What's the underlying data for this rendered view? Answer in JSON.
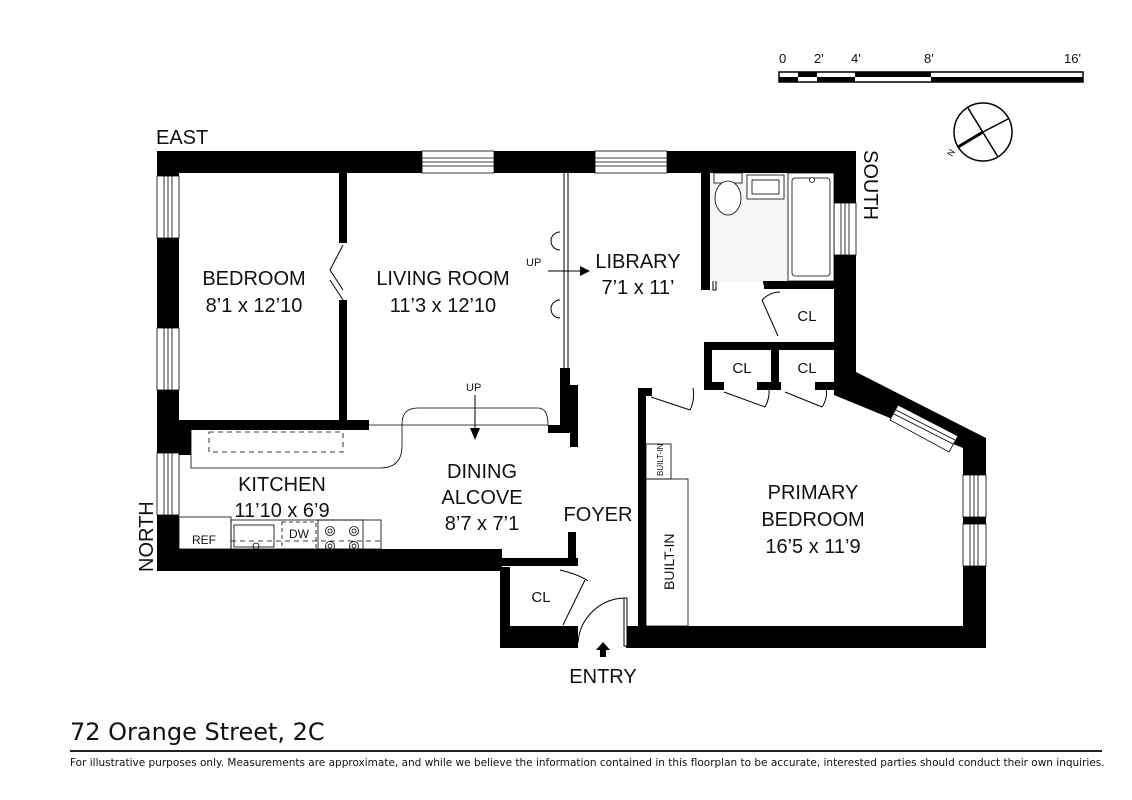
{
  "title": "72 Orange Street, 2C",
  "disclaimer": "For illustrative purposes only.  Measurements are approximate, and while we believe the information contained in this floorplan to be accurate, interested parties should conduct their own inquiries.",
  "scale_bar": {
    "ticks": [
      "0",
      "2'",
      "4'",
      "8'",
      "16'"
    ]
  },
  "compass": {
    "north_label": "N"
  },
  "directions": {
    "east": "EAST",
    "south": "SOUTH",
    "north": "NORTH"
  },
  "rooms": {
    "bedroom": {
      "name": "BEDROOM",
      "size": "8’1 x 12’10"
    },
    "living_room": {
      "name": "LIVING ROOM",
      "size": "11’3 x 12’10"
    },
    "library": {
      "name": "LIBRARY",
      "size": "7’1 x 11’"
    },
    "kitchen": {
      "name": "KITCHEN",
      "size": "11’10 x 6’9"
    },
    "dining": {
      "name1": "DINING",
      "name2": "ALCOVE",
      "size": "8’7 x 7’1"
    },
    "foyer": {
      "name": "FOYER"
    },
    "primary": {
      "name1": "PRIMARY",
      "name2": "BEDROOM",
      "size": "16’5 x 11’9"
    }
  },
  "labels": {
    "closet": "CL",
    "built_in": "BUILT-IN",
    "ref": "REF",
    "dw": "DW",
    "up": "UP",
    "entry": "ENTRY"
  }
}
